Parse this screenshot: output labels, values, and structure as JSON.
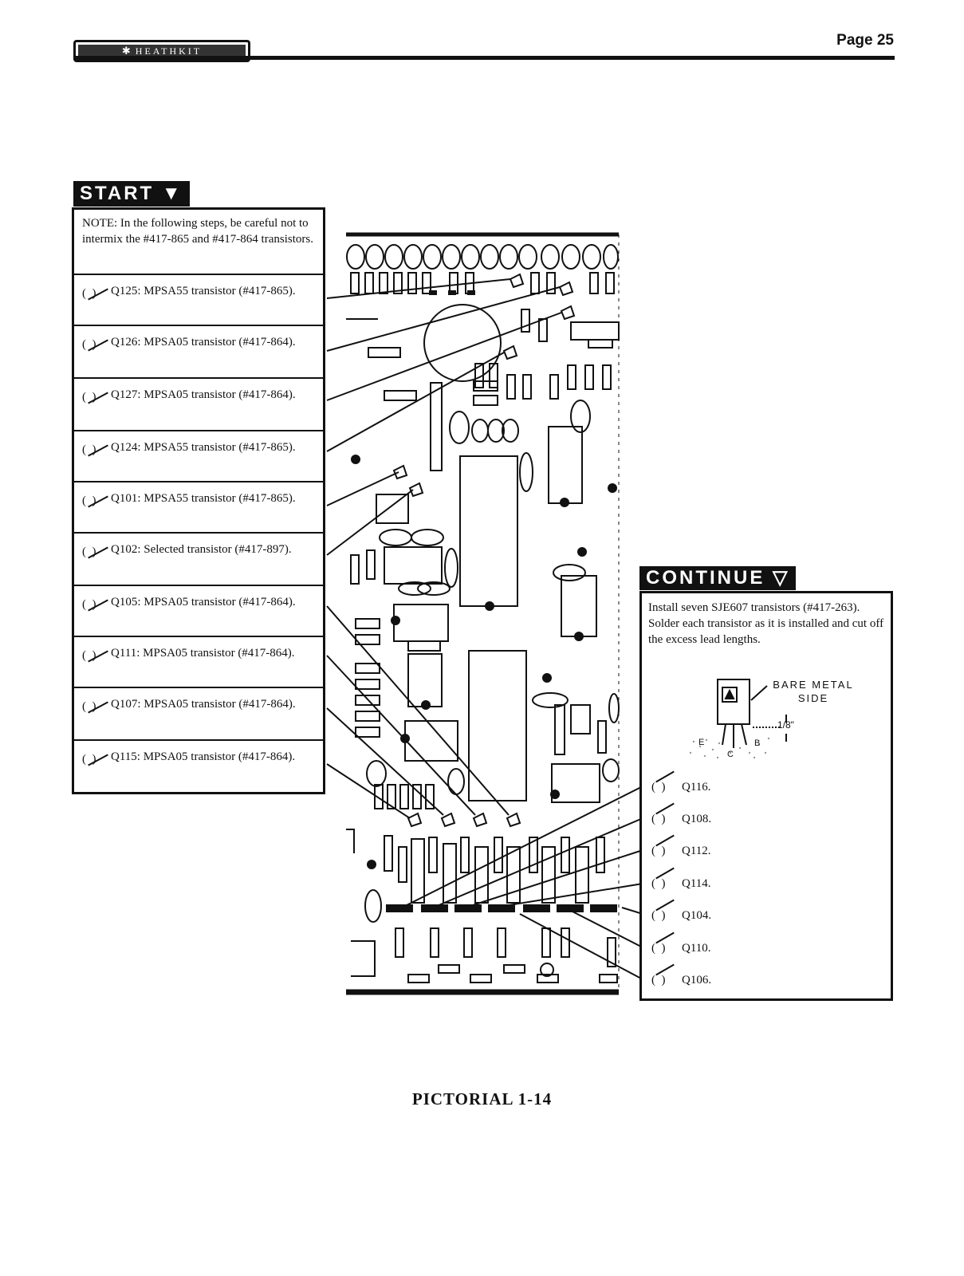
{
  "header": {
    "brand": "HEATHKIT",
    "page_number": "Page 25"
  },
  "start": {
    "tab_label": "START",
    "note": "NOTE: In the following steps, be careful not to intermix the #417-865 and #417-864 transistors.",
    "steps": [
      {
        "label": "Q125: MPSA55 transistor (#417-865)."
      },
      {
        "label": "Q126: MPSA05 transistor (#417-864)."
      },
      {
        "label": "Q127: MPSA05 transistor (#417-864)."
      },
      {
        "label": "Q124: MPSA55 transistor (#417-865)."
      },
      {
        "label": "Q101: MPSA55 transistor (#417-865)."
      },
      {
        "label": "Q102: Selected transistor (#417-897)."
      },
      {
        "label": "Q105: MPSA05 transistor (#417-864)."
      },
      {
        "label": "Q111: MPSA05 transistor (#417-864)."
      },
      {
        "label": "Q107: MPSA05 transistor (#417-864)."
      },
      {
        "label": "Q115: MPSA05 transistor (#417-864)."
      }
    ]
  },
  "continue": {
    "tab_label": "CONTINUE",
    "instruction": "Install seven SJE607 transistors (#417-263). Solder each transistor as it is installed and cut off the excess lead lengths.",
    "figure": {
      "bare_metal_label": "BARE METAL SIDE",
      "dimension": "1/8\"",
      "pin_e": "E",
      "pin_c": "C",
      "pin_b": "B"
    },
    "items": [
      "Q116.",
      "Q108.",
      "Q112.",
      "Q114.",
      "Q104.",
      "Q110.",
      "Q106."
    ]
  },
  "caption": "PICTORIAL 1-14"
}
